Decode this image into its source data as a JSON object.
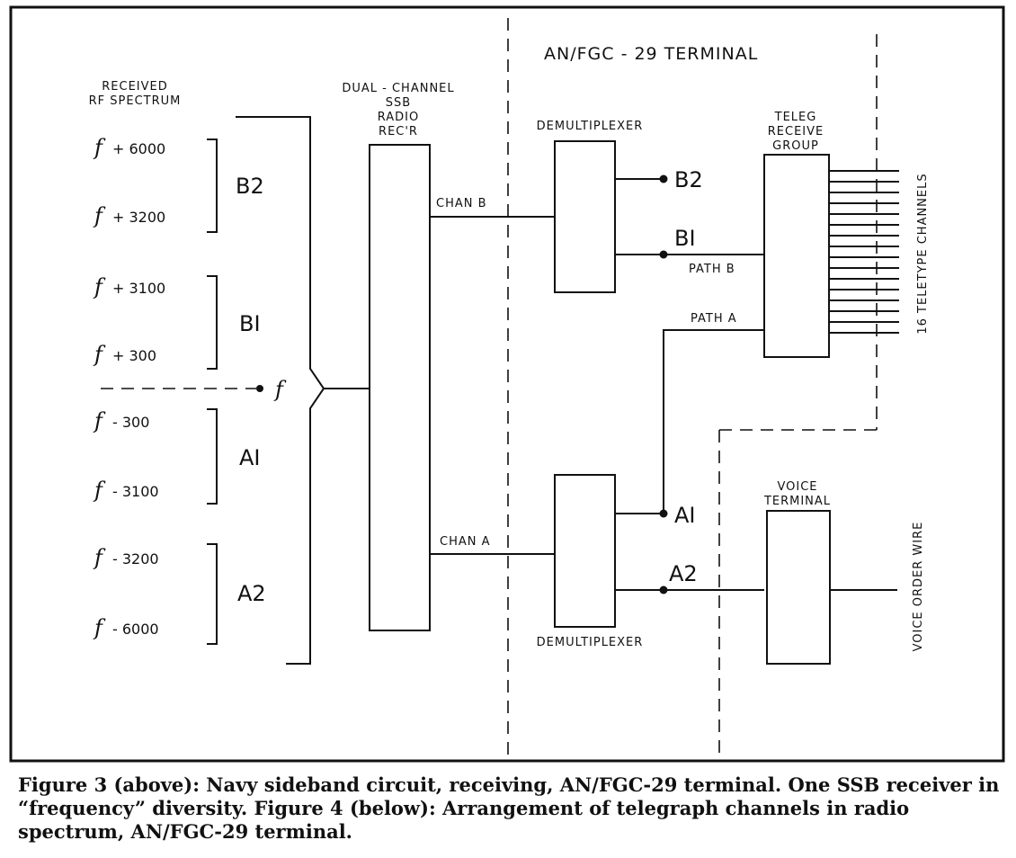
{
  "diagram": {
    "terminal_title": "AN/FGC - 29  TERMINAL",
    "spectrum_header": [
      "RECEIVED",
      "RF SPECTRUM"
    ],
    "freq_symbol": "f",
    "freq_offsets": [
      "+ 6000",
      "+ 3200",
      "+ 3100",
      "+ 300",
      "- 300",
      "- 3100",
      "- 3200",
      "- 6000"
    ],
    "group_labels": [
      "B2",
      "BI",
      "AI",
      "A2"
    ],
    "receiver_label": [
      "DUAL - CHANNEL",
      "SSB",
      "RADIO",
      "REC'R"
    ],
    "demux_label": "DEMULTIPLEXER",
    "chan_b": "CHAN B",
    "chan_a": "CHAN A",
    "outputs": {
      "b2": "B2",
      "b1": "BI",
      "a1": "AI",
      "a2": "A2"
    },
    "path_b": "PATH B",
    "path_a": "PATH A",
    "teleg_label": [
      "TELEG",
      "RECEIVE",
      "GROUP"
    ],
    "teletype_label": "16 TELETYPE CHANNELS",
    "voice_label": [
      "VOICE",
      "TERMINAL"
    ],
    "voice_wire_label": "VOICE ORDER WIRE"
  },
  "caption": "Figure 3 (above):  Navy sideband circuit, receiving, AN/FGC-29 terminal.  One SSB receiver in “frequency” diversity.  Figure 4 (below):  Arrangement of telegraph channels in radio spectrum, AN/FGC-29 terminal."
}
